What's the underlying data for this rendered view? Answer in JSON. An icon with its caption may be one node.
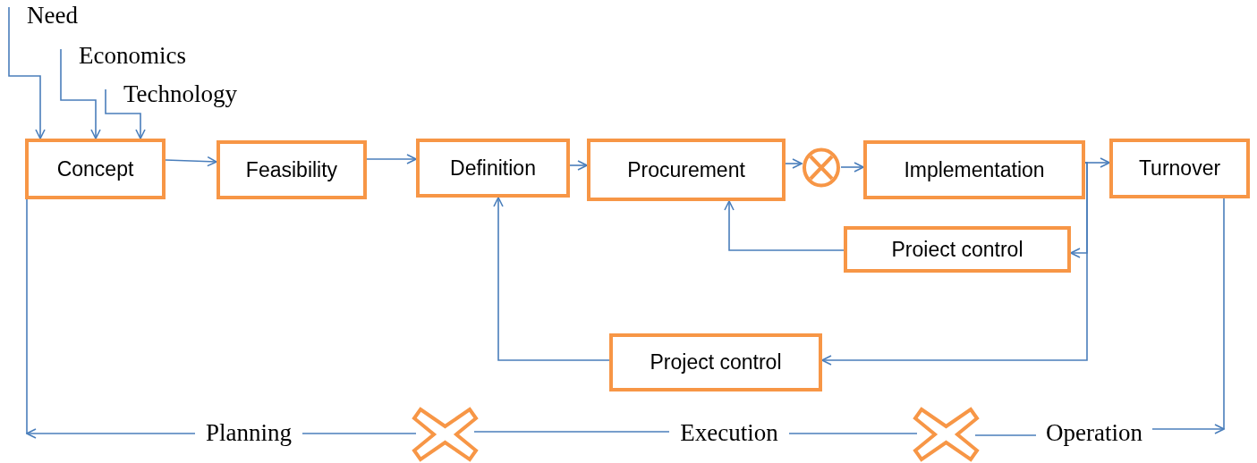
{
  "diagram": {
    "nodes": [
      {
        "text": [
          "Need"
        ]
      },
      {
        "text": [
          "Economics"
        ]
      },
      {
        "text": [
          "Technology"
        ]
      },
      {
        "text": [
          "Concept"
        ]
      },
      {
        "text": [
          "Feasibility"
        ]
      },
      {
        "text": [
          "Definition"
        ]
      },
      {
        "text": [
          "Procurement"
        ]
      },
      {
        "text": [],
        "shape": "circle"
      },
      {
        "text": [
          "Implementation"
        ]
      },
      {
        "text": [
          "Turnover"
        ]
      },
      {
        "text": [
          "Proiect control"
        ]
      },
      {
        "text": [
          "Project control"
        ]
      },
      {
        "text": [
          "Planning"
        ]
      },
      {
        "text": [],
        "shape": "cross"
      },
      {
        "text": [
          "Execution"
        ]
      },
      {
        "text": [],
        "shape": "cross"
      },
      {
        "text": [
          "Operation"
        ]
      }
    ],
    "edges": [
      {
        "from": 0,
        "to": 3,
        "arrow": "to"
      },
      {
        "from": 1,
        "to": 3,
        "arrow": "to"
      },
      {
        "from": 2,
        "to": 3,
        "arrow": "to"
      },
      {
        "from": 3,
        "to": 4,
        "arrow": "to"
      },
      {
        "from": 4,
        "to": 5,
        "arrow": "to"
      },
      {
        "from": 5,
        "to": 6,
        "arrow": "to"
      },
      {
        "from": 6,
        "to": 7,
        "arrow": "to"
      },
      {
        "from": 7,
        "to": 8,
        "arrow": "to"
      },
      {
        "from": 8,
        "to": 9,
        "arrow": "to"
      },
      {
        "from": 8,
        "to": 10,
        "arrow": "to"
      },
      {
        "from": 8,
        "to": 11,
        "arrow": "to"
      },
      {
        "from": 10,
        "to": 6,
        "arrow": "to"
      },
      {
        "from": 11,
        "to": 5,
        "arrow": "to"
      },
      {
        "from": 3,
        "to": null,
        "arrow": "none"
      },
      {
        "from": 12,
        "to": null,
        "arrow": "to"
      },
      {
        "from": 12,
        "to": 13,
        "arrow": "none"
      },
      {
        "from": 13,
        "to": 14,
        "arrow": "none"
      },
      {
        "from": 14,
        "to": 15,
        "arrow": "none"
      },
      {
        "from": 15,
        "to": 16,
        "arrow": "none"
      },
      {
        "from": 16,
        "to": null,
        "arrow": "to"
      },
      {
        "from": 9,
        "to": null,
        "arrow": "none"
      }
    ]
  }
}
